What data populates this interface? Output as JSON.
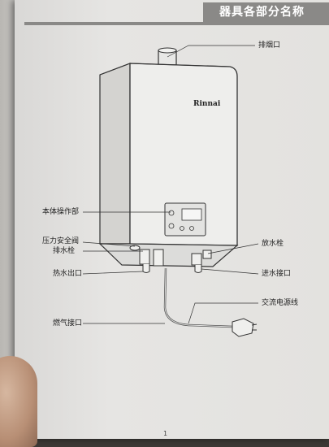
{
  "header": {
    "title": "器具各部分名称"
  },
  "labels": {
    "exhaust": "排烟口",
    "control_panel": "本体操作部",
    "pressure_valve": "压力安全阀",
    "drain_plug_left": "排水栓",
    "hot_water_outlet": "热水出口",
    "gas_inlet": "燃气接口",
    "drain_plug_right": "放水栓",
    "water_inlet": "进水接口",
    "ac_power_cord": "交流电源线"
  },
  "logo_text": "Rinnai",
  "page_number": "1"
}
